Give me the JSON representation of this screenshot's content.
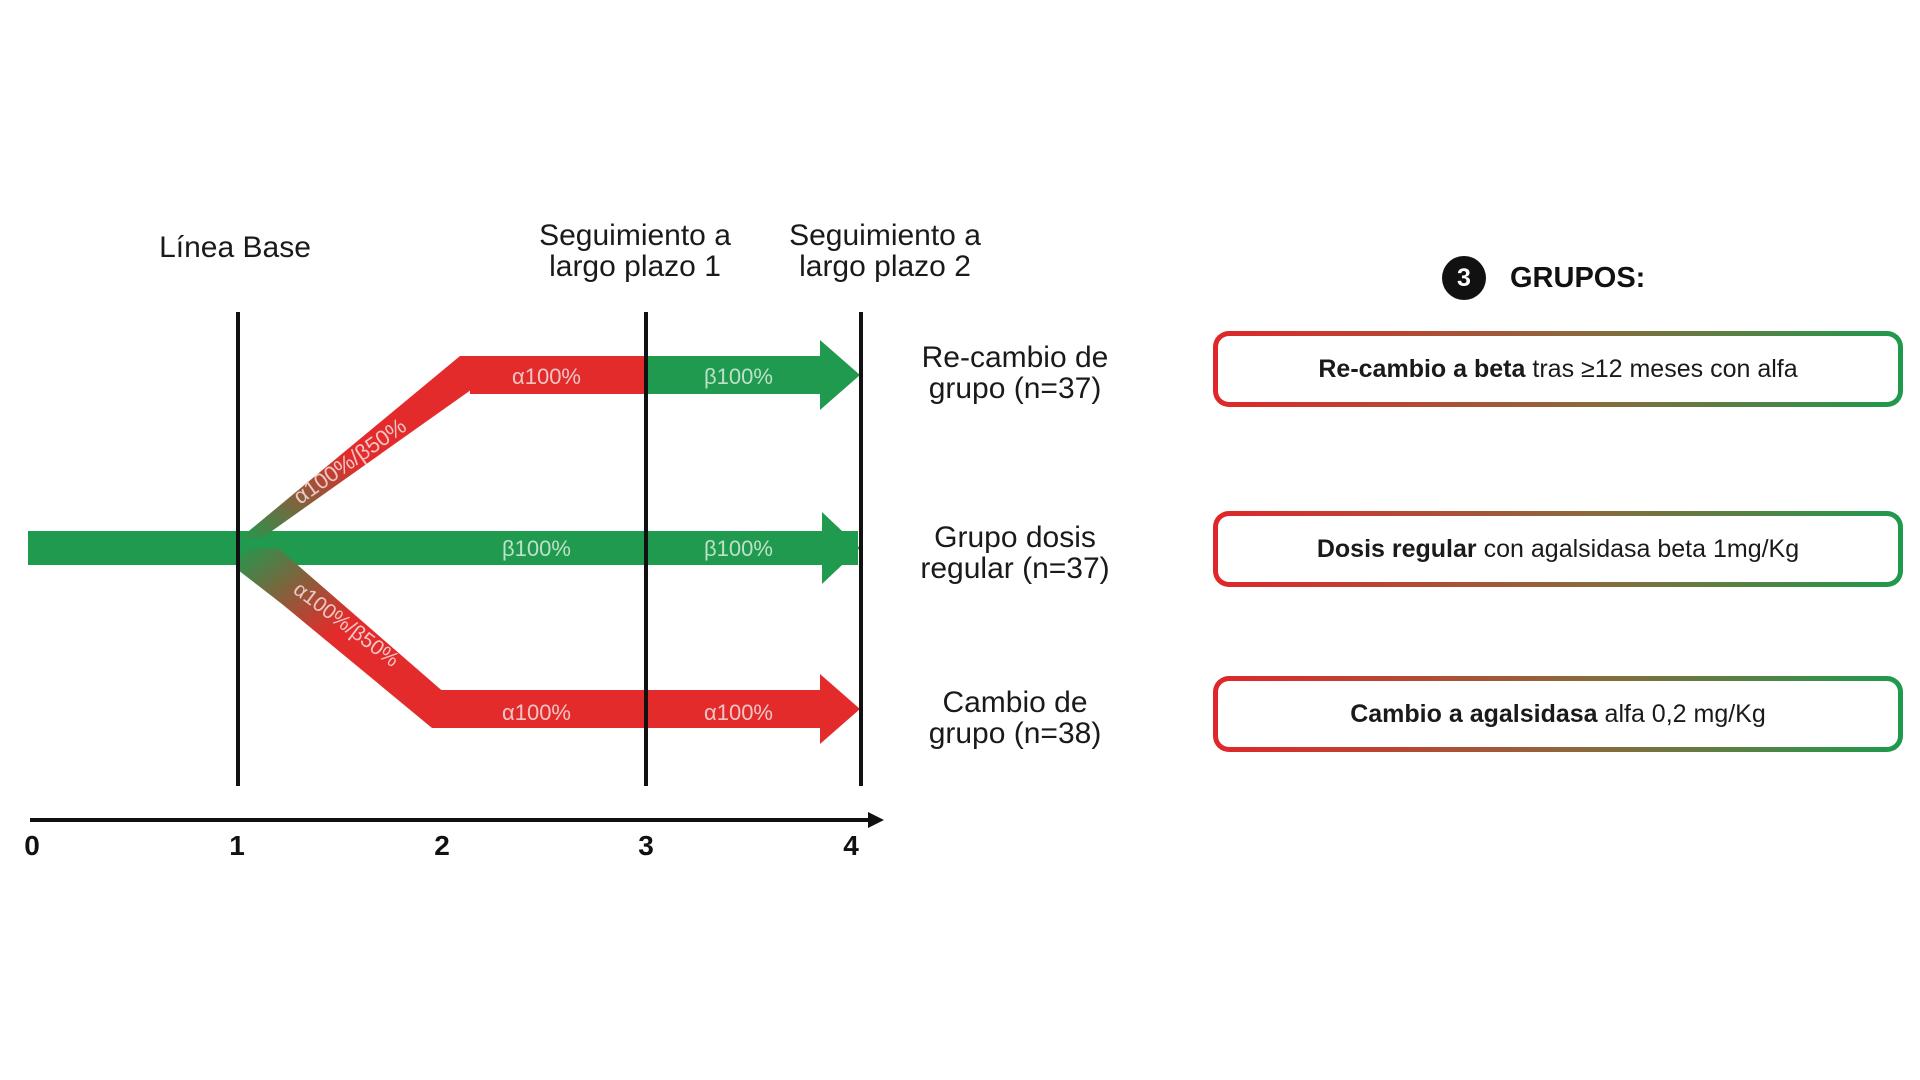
{
  "phases": [
    {
      "label": "Línea Base"
    },
    {
      "label": "Seguimiento a\nlargo plazo 1"
    },
    {
      "label": "Seguimiento a\nlargo plazo 2"
    }
  ],
  "axis": {
    "ticks": [
      "0",
      "1",
      "2",
      "3",
      "4"
    ]
  },
  "arrows": {
    "top_diagonal": "α100%/β50%",
    "top_mid": "α100%",
    "top_right": "β100%",
    "middle_mid": "β100%",
    "middle_right": "β100%",
    "bottom_diagonal": "α100%/β50%",
    "bottom_mid": "α100%",
    "bottom_right": "α100%"
  },
  "group_labels": [
    {
      "label": "Re-cambio de grupo (n=37)"
    },
    {
      "label": "Grupo dosis regular (n=37)"
    },
    {
      "label": "Cambio de grupo (n=38)"
    }
  ],
  "groups_header": {
    "number": "3",
    "title": "GRUPOS:"
  },
  "groups": [
    {
      "bold": "Re-cambio a beta",
      "rest": "tras ≥12 meses con alfa"
    },
    {
      "bold": "Dosis regular",
      "rest": "con agalsidasa beta 1mg/Kg"
    },
    {
      "bold": "Cambio a agalsidasa",
      "rest": "alfa 0,2 mg/Kg"
    }
  ],
  "colors": {
    "red": "#e32b2b",
    "green": "#1f9a4f",
    "black": "#111111"
  }
}
